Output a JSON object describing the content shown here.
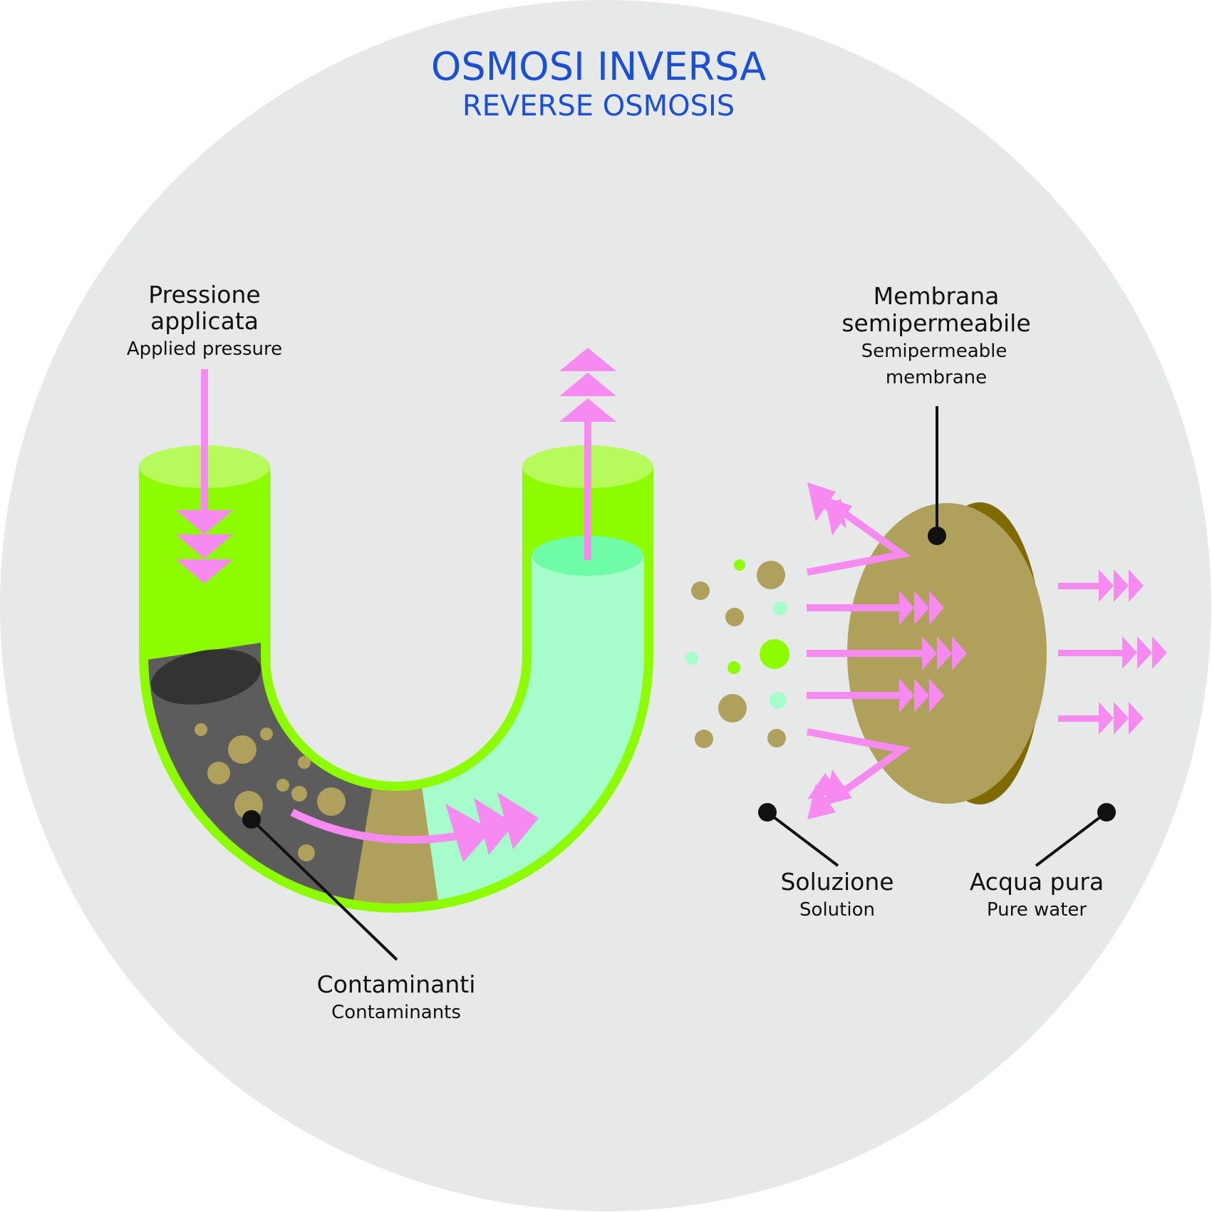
{
  "title": {
    "main": "OSMOSI INVERSA",
    "sub": "REVERSE OSMOSIS"
  },
  "labels": {
    "pressure": {
      "it_line1": "Pressione",
      "it_line2": "applicata",
      "en": "Applied pressure"
    },
    "membrane": {
      "it_line1": "Membrana",
      "it_line2": "semipermeabile",
      "en_line1": "Semipermeable",
      "en_line2": "membrane"
    },
    "contaminants": {
      "it": "Contaminanti",
      "en": "Contaminants"
    },
    "solution": {
      "it": "Soluzione",
      "en": "Solution"
    },
    "pure_water": {
      "it": "Acqua pura",
      "en": "Pure water"
    }
  },
  "colors": {
    "background_circle": "#e6e9e8",
    "title_blue": "#1a4fd6",
    "tube_green": "#8efc00",
    "tube_top_green": "#b6fa5c",
    "pure_water": "#a6fcca",
    "pure_water_top": "#6efca6",
    "contaminated": "#5c5c5c",
    "contaminated_top": "#333333",
    "membrane": "#afa05c",
    "membrane_edge": "#7f6a00",
    "arrow_pink": "#f78af0",
    "leader_black": "#111111"
  }
}
